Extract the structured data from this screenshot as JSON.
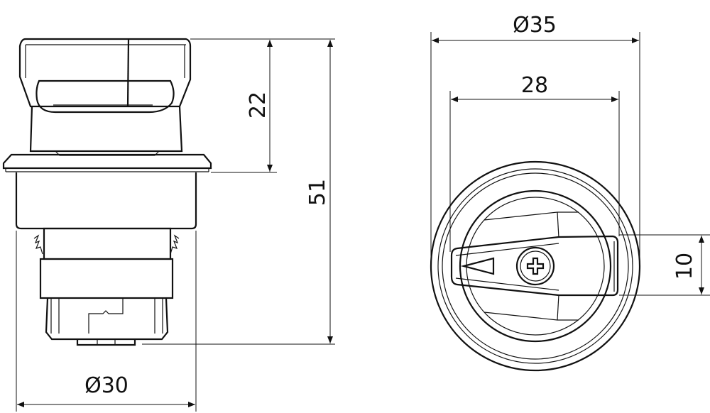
{
  "drawing": {
    "side_view": {
      "dim_height_total": "51",
      "dim_height_actuator": "22",
      "dim_diameter_body": "Ø30"
    },
    "front_view": {
      "dim_diameter_bezel": "Ø35",
      "dim_width_handle_area": "28",
      "dim_handle_width": "10"
    }
  }
}
